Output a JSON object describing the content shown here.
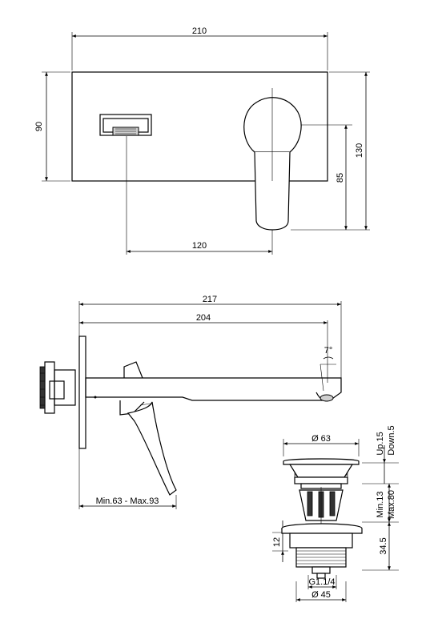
{
  "front_view": {
    "width": "210",
    "height": "90",
    "handle_height": "130",
    "spout_offset": "85",
    "spacing": "120"
  },
  "side_view": {
    "total_projection": "217",
    "spout_projection": "204",
    "spout_angle": "7°",
    "wall_depth": "Min.63 - Max.93"
  },
  "waste_view": {
    "cap_diameter": "Ø 63",
    "body_width": "63",
    "travel_up": "Up.15",
    "travel_down": "Down.5",
    "min_max": "Min.13",
    "max_label": "Max.80",
    "flange": "12",
    "thread_length": "34.5",
    "thread": "G1.1/4",
    "bottom_diameter": "Ø 45"
  }
}
